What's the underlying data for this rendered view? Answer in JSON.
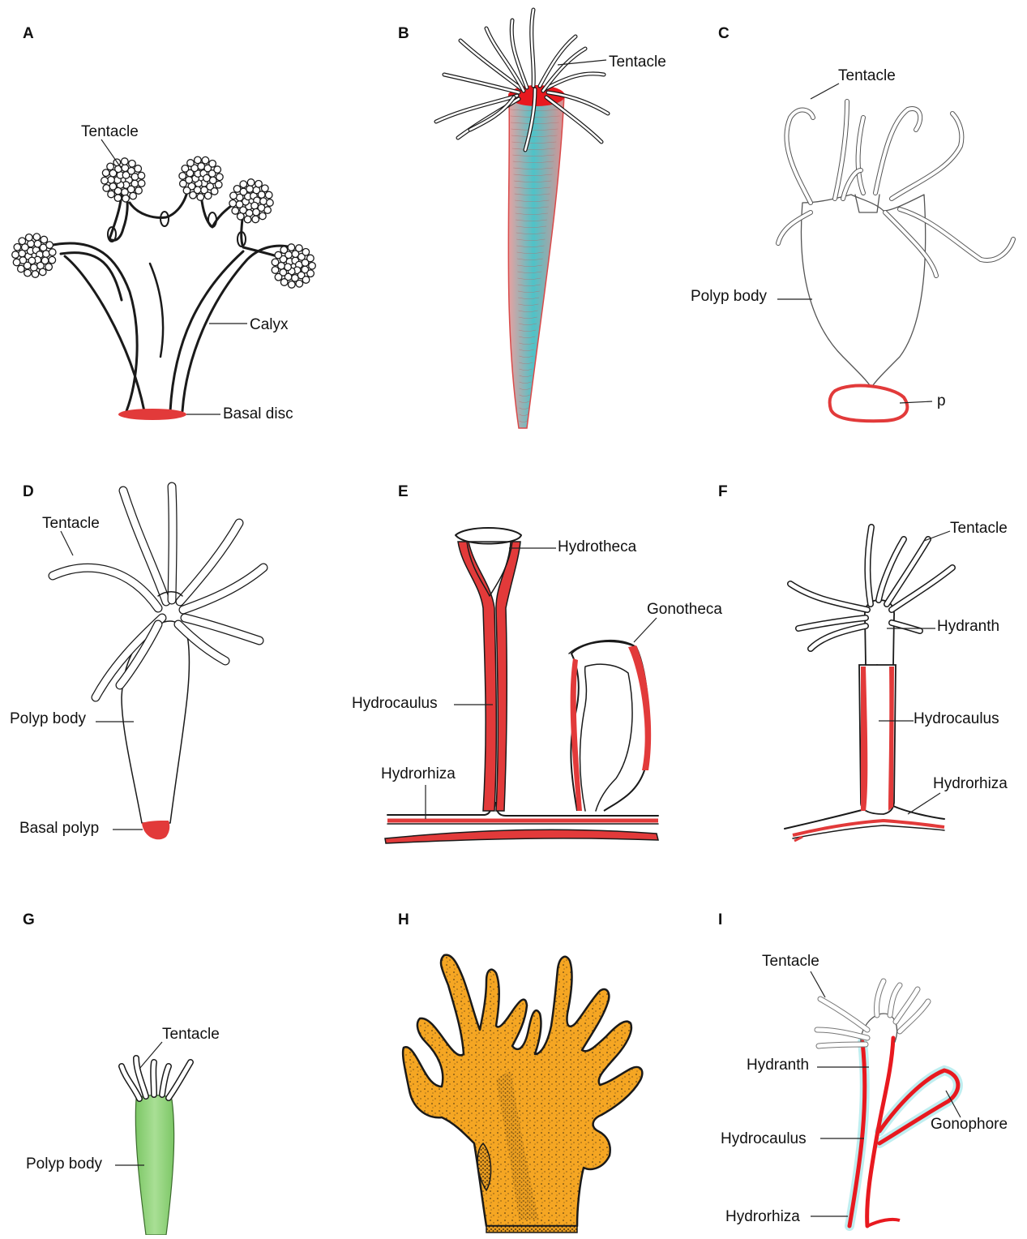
{
  "panels": [
    {
      "id": "A",
      "labels": [
        "Tentacle",
        "Calyx",
        "Basal disc"
      ]
    },
    {
      "id": "B",
      "labels": [
        "Tentacle"
      ]
    },
    {
      "id": "C",
      "labels": [
        "Tentacle",
        "Polyp body",
        "p"
      ]
    },
    {
      "id": "D",
      "labels": [
        "Tentacle",
        "Polyp body",
        "Basal polyp"
      ]
    },
    {
      "id": "E",
      "labels": [
        "Hydrotheca",
        "Gonotheca",
        "Hydrocaulus",
        "Hydrorhiza"
      ]
    },
    {
      "id": "F",
      "labels": [
        "Tentacle",
        "Hydranth",
        "Hydrocaulus",
        "Hydrorhiza"
      ]
    },
    {
      "id": "G",
      "labels": [
        "Tentacle",
        "Polyp body"
      ]
    },
    {
      "id": "H",
      "labels": []
    },
    {
      "id": "I",
      "labels": [
        "Tentacle",
        "Hydranth",
        "Hydrocaulus",
        "Gonophore",
        "Hydrorhiza"
      ]
    }
  ],
  "colors": {
    "red": "#e23a3a",
    "teal": "#4ec3c8",
    "green": "#8fd37a",
    "orange": "#f5a623",
    "ink": "#1a1a1a"
  }
}
